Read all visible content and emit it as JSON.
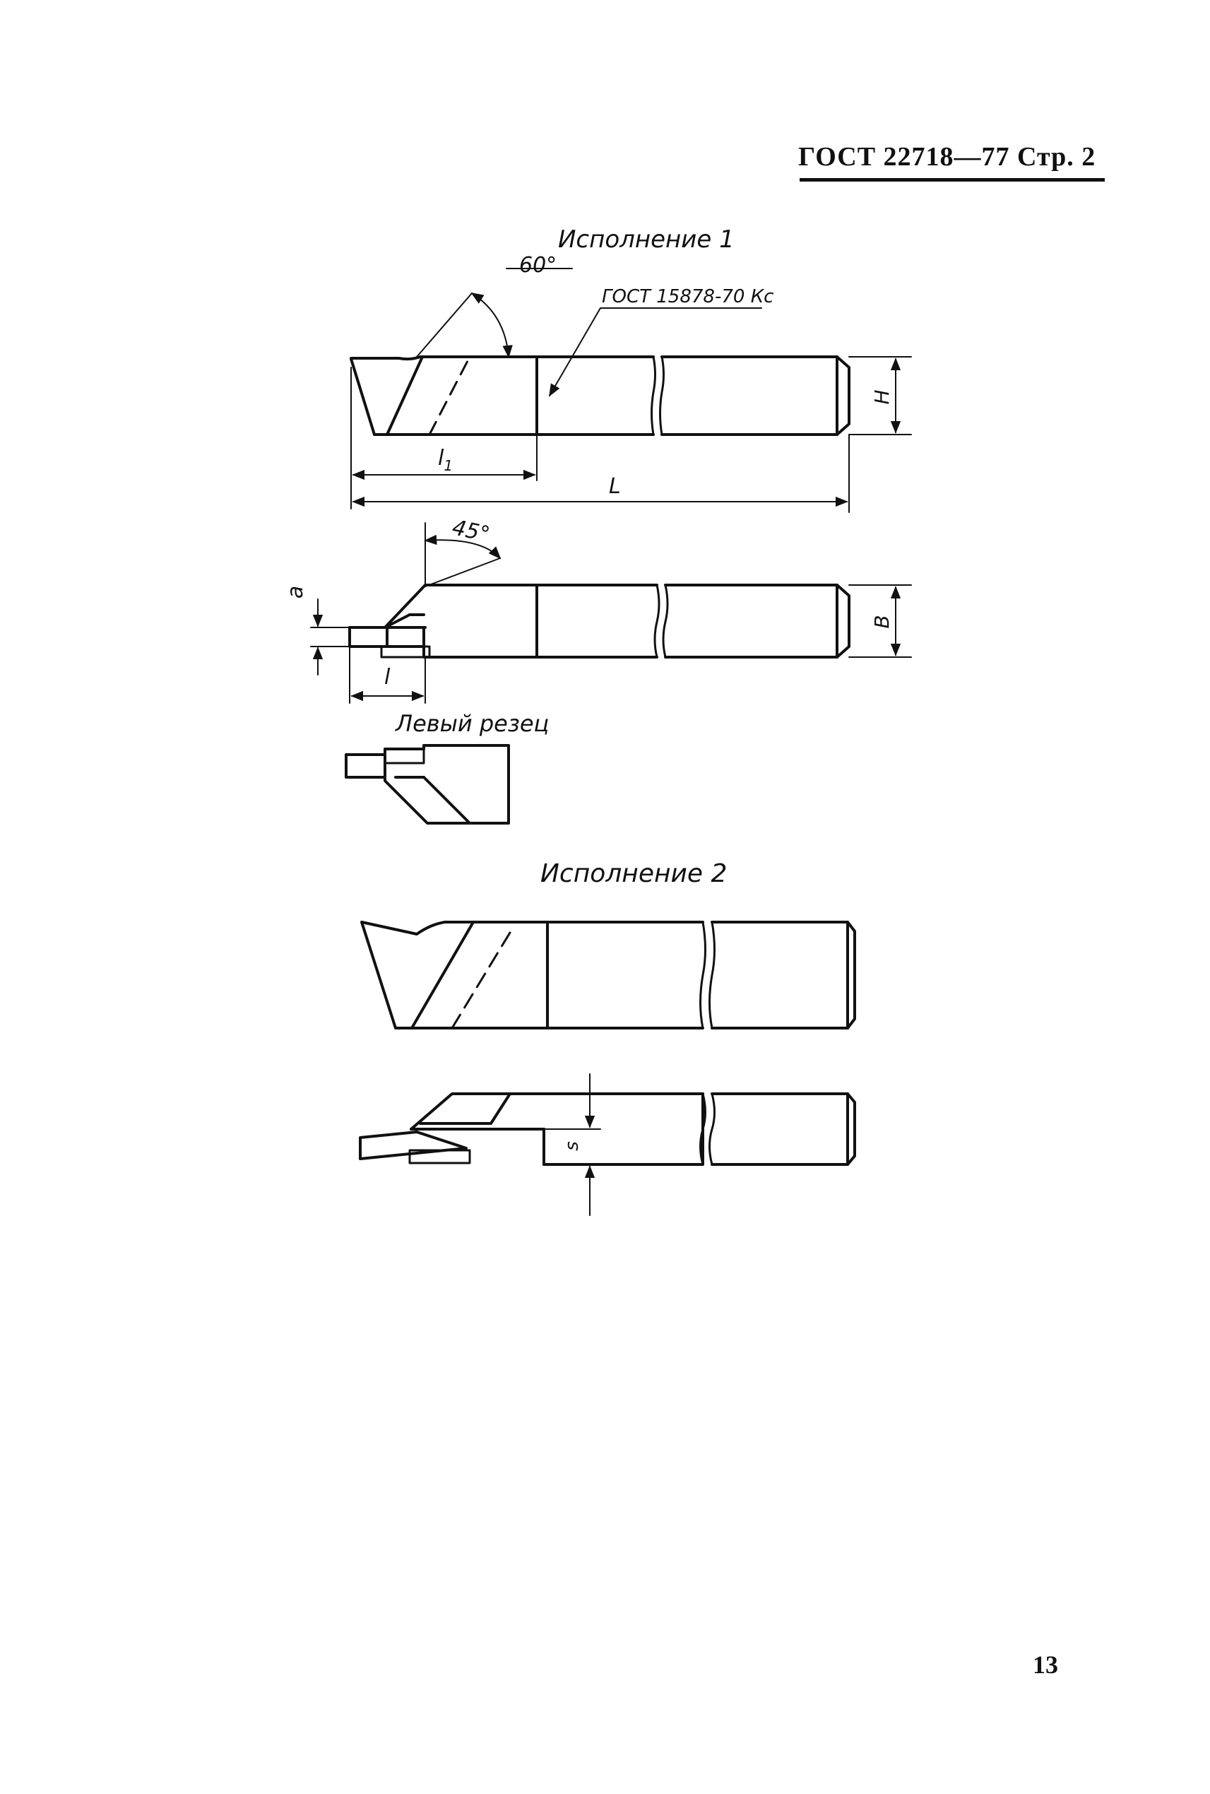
{
  "header": {
    "title": "ГОСТ 22718—77 Стр. 2"
  },
  "page_number": "13",
  "drawing": {
    "execution_1_label": "Исполнение 1",
    "execution_2_label": "Исполнение 2",
    "left_cutter_label": "Левый резец",
    "angle_1": "60°",
    "angle_2": "45°",
    "standard_ref": "ГОСТ 15878-70 Кс",
    "dim_H": "H",
    "dim_B": "B",
    "dim_L": "L",
    "dim_l1": "l",
    "dim_l1_sub": "1",
    "dim_l": "l",
    "dim_a": "a",
    "dim_s": "s"
  }
}
